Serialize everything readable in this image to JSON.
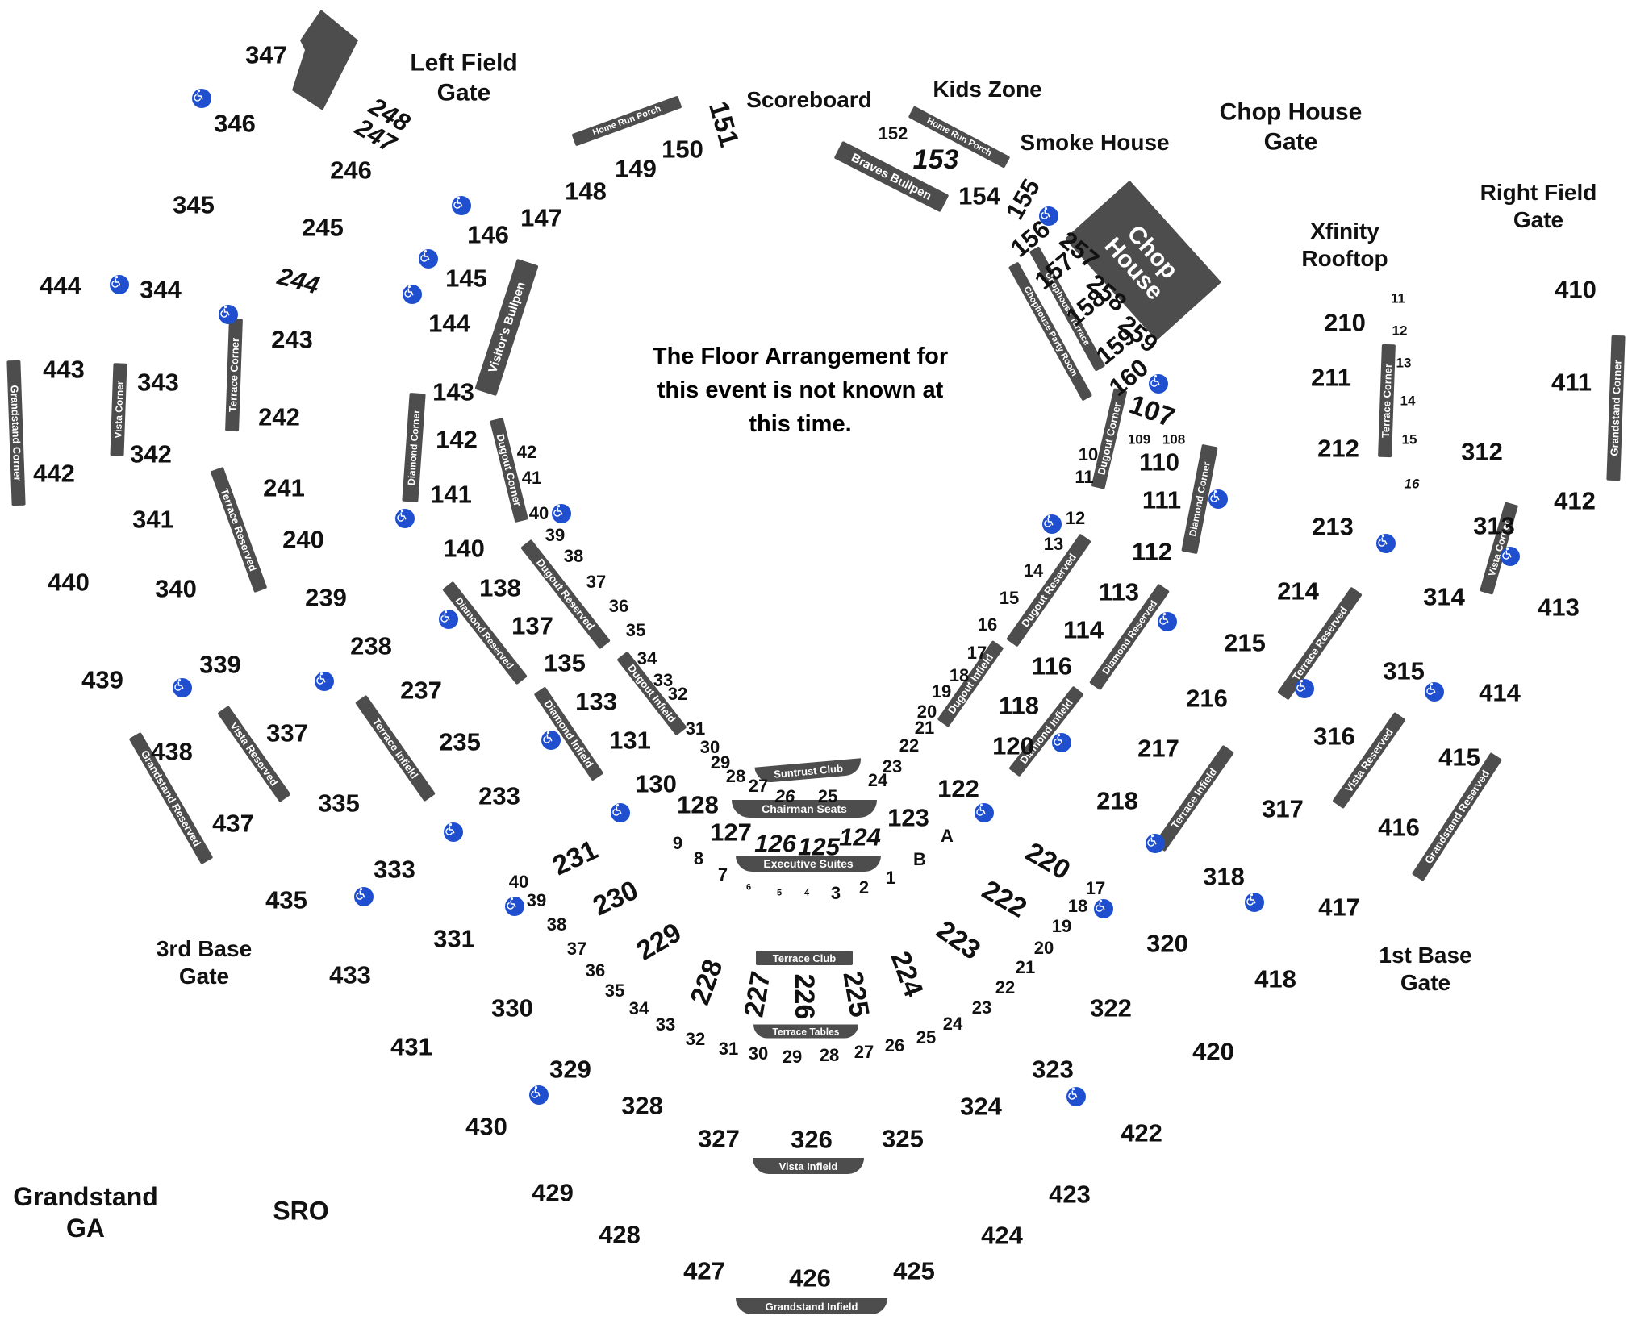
{
  "map": {
    "colors": {
      "zone": "#4d4d4d",
      "zone_text": "#ffffff",
      "accessible": "#1f4fcf",
      "text": "#111111"
    },
    "floor_note": "The Floor Arrangement for this event is not known at this time.",
    "gates": {
      "left_field": "Left Field\nGate",
      "chop_house": "Chop House\nGate",
      "right_field": "Right Field\nGate",
      "third_base": "3rd Base\nGate",
      "first_base": "1st Base\nGate"
    },
    "landmarks": {
      "scoreboard": "Scoreboard",
      "kids_zone": "Kids Zone",
      "smoke_house": "Smoke House",
      "xfinity_rooftop": "Xfinity\nRooftop",
      "grandstand_ga": "Grandstand\nGA",
      "sro": "SRO"
    },
    "zones": {
      "home_run_porch": "Home Run Porch",
      "braves_bullpen": "Braves Bullpen",
      "chop_house": "Chop\nHouse",
      "chophouse_terrace": "Chophouse Terrace",
      "chophouse_party_room": "Chophouse Party Room",
      "visitors_bullpen": "Visitor's Bullpen",
      "diamond_corner": "Diamond Corner",
      "dugout_corner": "Dugout Corner",
      "dugout_reserved": "Dugout Reserved",
      "dugout_infield": "Dugout Infield",
      "diamond_reserved": "Diamond Reserved",
      "diamond_infield": "Diamond Infield",
      "suntrust_club": "Suntrust Club",
      "chairman_seats": "Chairman Seats",
      "executive_suites": "Executive  Suites",
      "terrace_club": "Terrace Club",
      "terrace_tables": "Terrace Tables",
      "vista_infield": "Vista Infield",
      "grandstand_infield": "Grandstand Infield",
      "terrace_corner": "Terrace Corner",
      "terrace_reserved": "Terrace Reserved",
      "terrace_infield": "Terrace Infield",
      "vista_corner": "Vista Corner",
      "vista_reserved": "Vista Reserved",
      "grandstand_corner": "Grandstand Corner",
      "grandstand_reserved": "Grandstand Reserved"
    },
    "sections": {
      "xl": [
        "151",
        "153",
        "107",
        "231",
        "230",
        "229",
        "228",
        "227",
        "226",
        "225",
        "224",
        "223",
        "222",
        "220"
      ],
      "l": [
        "347",
        "346",
        "345",
        "444",
        "344",
        "443",
        "343",
        "442",
        "342",
        "341",
        "440",
        "340",
        "439",
        "339",
        "438",
        "437",
        "337",
        "335",
        "435",
        "433",
        "431",
        "430",
        "429",
        "428",
        "427",
        "426",
        "425",
        "424",
        "423",
        "422",
        "420",
        "418",
        "417",
        "416",
        "415",
        "414",
        "413",
        "412",
        "411",
        "410",
        "318",
        "317",
        "316",
        "315",
        "314",
        "313",
        "312",
        "333",
        "331",
        "330",
        "329",
        "328",
        "327",
        "326",
        "325",
        "324",
        "323",
        "322",
        "320",
        "248",
        "247",
        "246",
        "245",
        "244",
        "243",
        "242",
        "241",
        "240",
        "239",
        "238",
        "237",
        "235",
        "233",
        "218",
        "217",
        "216",
        "215",
        "214",
        "213",
        "212",
        "211",
        "210",
        "150",
        "149",
        "148",
        "147",
        "146",
        "145",
        "144",
        "143",
        "142",
        "141",
        "140",
        "138",
        "137",
        "135",
        "133",
        "131",
        "130",
        "128",
        "127",
        "126",
        "125",
        "124",
        "123",
        "122",
        "120",
        "118",
        "116",
        "114",
        "113",
        "112",
        "111",
        "110",
        "154",
        "155",
        "156",
        "157",
        "158",
        "159",
        "160",
        "257",
        "258",
        "259"
      ],
      "m": [
        "152",
        "42",
        "41",
        "40",
        "39",
        "38",
        "37",
        "36",
        "35",
        "34",
        "33",
        "32",
        "31",
        "30",
        "29",
        "28",
        "27",
        "26",
        "25",
        "24",
        "23",
        "22",
        "21",
        "20",
        "19",
        "18",
        "17",
        "16",
        "15",
        "14",
        "13",
        "12",
        "11",
        "10",
        "9",
        "8",
        "7",
        "6",
        "5",
        "4",
        "3",
        "2",
        "1",
        "A",
        "B",
        "40b",
        "39b",
        "38b",
        "37b",
        "36b",
        "35b",
        "34b",
        "33b",
        "32b",
        "31b",
        "30b",
        "29b",
        "28b",
        "27b",
        "26b",
        "25b",
        "24b",
        "23b",
        "22b",
        "21b",
        "20b",
        "19b",
        "18b",
        "17b",
        "108",
        "109",
        "11r",
        "12r",
        "13r",
        "14r",
        "15r",
        "16r"
      ],
      "labels": {
        "152": "152",
        "42": "42",
        "41": "41",
        "40": "40",
        "39": "39",
        "38": "38",
        "37": "37",
        "36": "36",
        "35": "35",
        "34": "34",
        "33": "33",
        "32": "32",
        "31": "31",
        "30": "30",
        "29": "29",
        "28": "28",
        "27": "27",
        "26": "26",
        "25": "25",
        "24": "24",
        "23": "23",
        "22": "22",
        "21": "21",
        "20": "20",
        "19": "19",
        "18": "18",
        "17": "17",
        "16": "16",
        "15": "15",
        "14": "14",
        "13": "13",
        "12": "12",
        "11": "11",
        "10": "10",
        "9": "9",
        "8": "8",
        "7": "7",
        "6": "6",
        "5": "5",
        "4": "4",
        "3": "3",
        "2": "2",
        "1": "1",
        "A": "A",
        "B": "B",
        "40b": "40",
        "39b": "39",
        "38b": "38",
        "37b": "37",
        "36b": "36",
        "35b": "35",
        "34b": "34",
        "33b": "33",
        "32b": "32",
        "31b": "31",
        "30b": "30",
        "29b": "29",
        "28b": "28",
        "27b": "27",
        "26b": "26",
        "25b": "25",
        "24b": "24",
        "23b": "23",
        "22b": "22",
        "21b": "21",
        "20b": "20",
        "19b": "19",
        "18b": "18",
        "17b": "17",
        "108": "108",
        "109": "109",
        "11r": "11",
        "12r": "12",
        "13r": "13",
        "14r": "14",
        "15r": "15",
        "16r": "16"
      }
    }
  }
}
